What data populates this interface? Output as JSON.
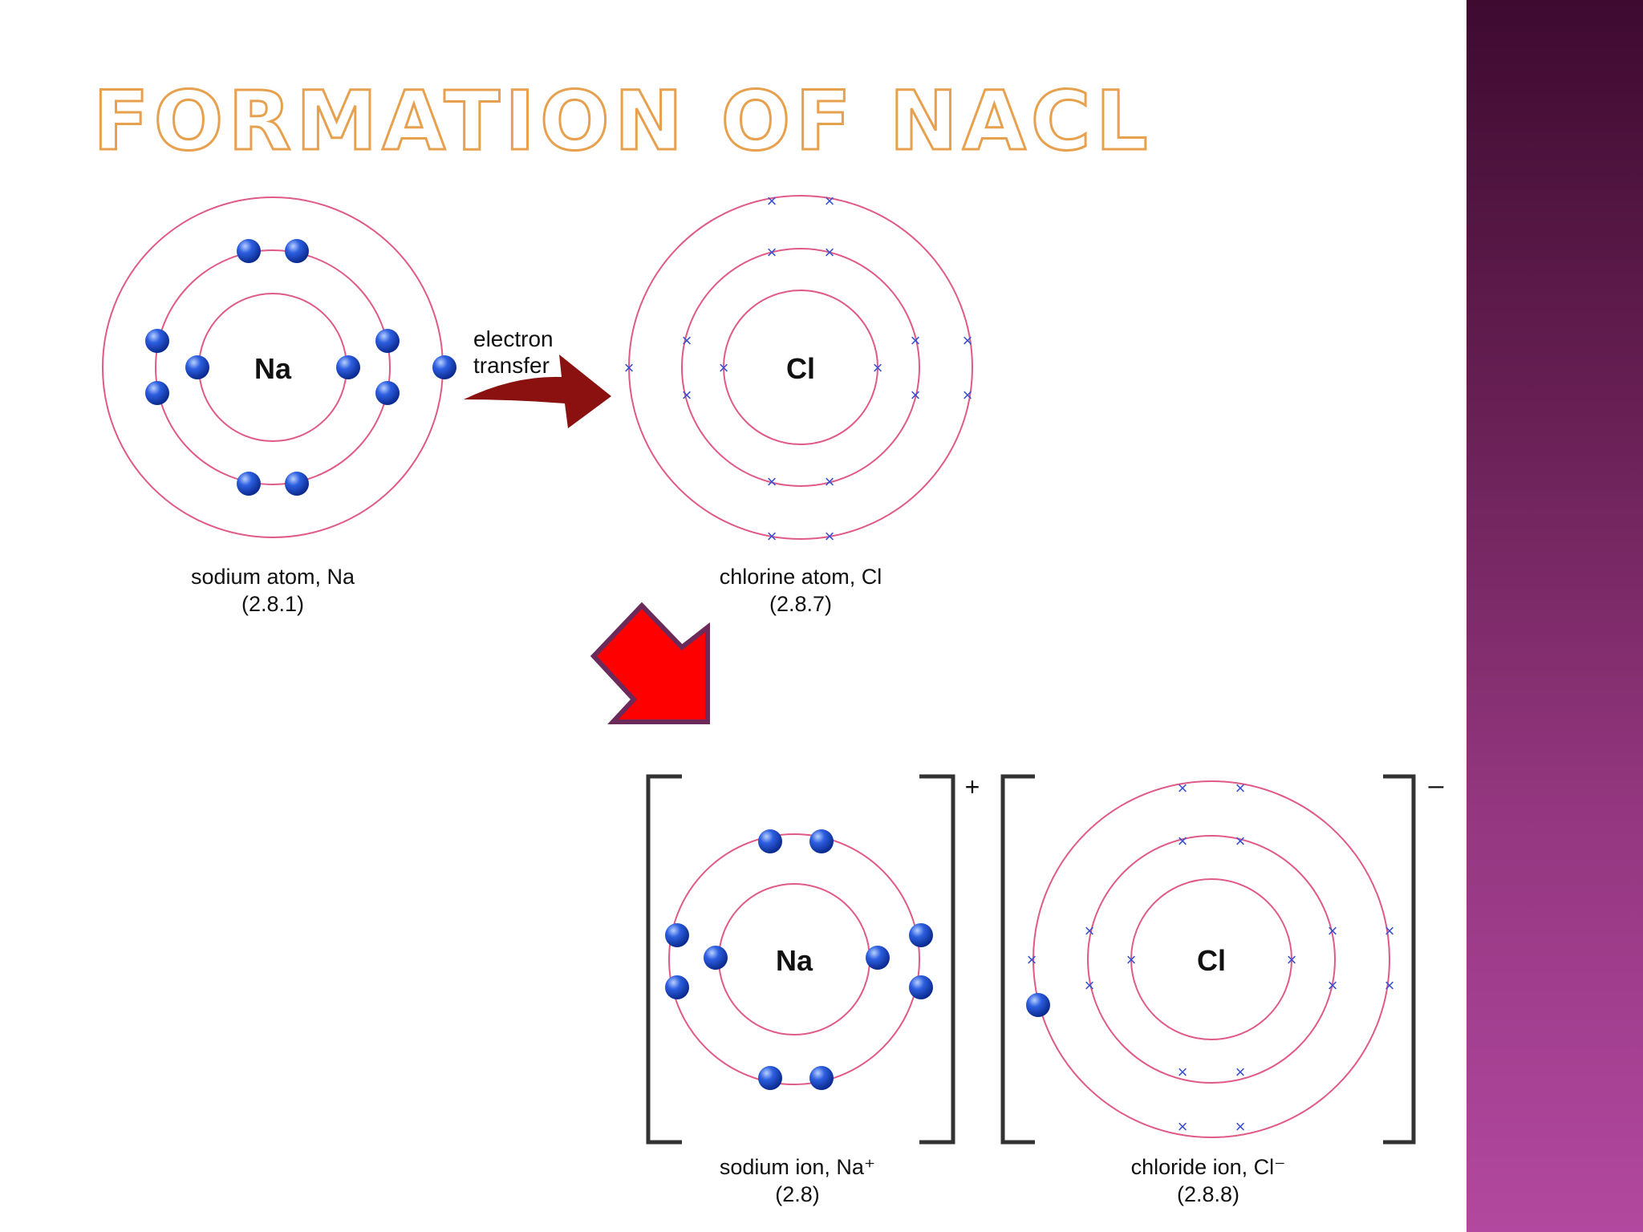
{
  "slide": {
    "title": "Formation of NaCl"
  },
  "diagram": {
    "sodium_atom": {
      "nucleus": "Na",
      "name": "sodium atom, Na",
      "config": "(2.8.1)"
    },
    "chlorine_atom": {
      "nucleus": "Cl",
      "name": "chlorine atom, Cl",
      "config": "(2.8.7)"
    },
    "transfer_label": {
      "line1": "electron",
      "line2": "transfer"
    },
    "sodium_ion": {
      "nucleus": "Na",
      "name": "sodium ion, Na⁺",
      "config": "(2.8)",
      "charge": "+"
    },
    "chloride_ion": {
      "nucleus": "Cl",
      "name": "chloride ion, Cl⁻",
      "config": "(2.8.8)",
      "charge": "–"
    }
  },
  "colors": {
    "shell": "#e05a86",
    "electron": "#1f49c8",
    "cross": "#3a4fd0",
    "transfer_arrow": "#8b1010",
    "big_arrow": "#ff0000",
    "big_arrow_border": "#6b2a5a",
    "side_bar_top": "#3e0a30",
    "side_bar_bottom": "#b2489f",
    "title_outline": "#e7a14e"
  }
}
